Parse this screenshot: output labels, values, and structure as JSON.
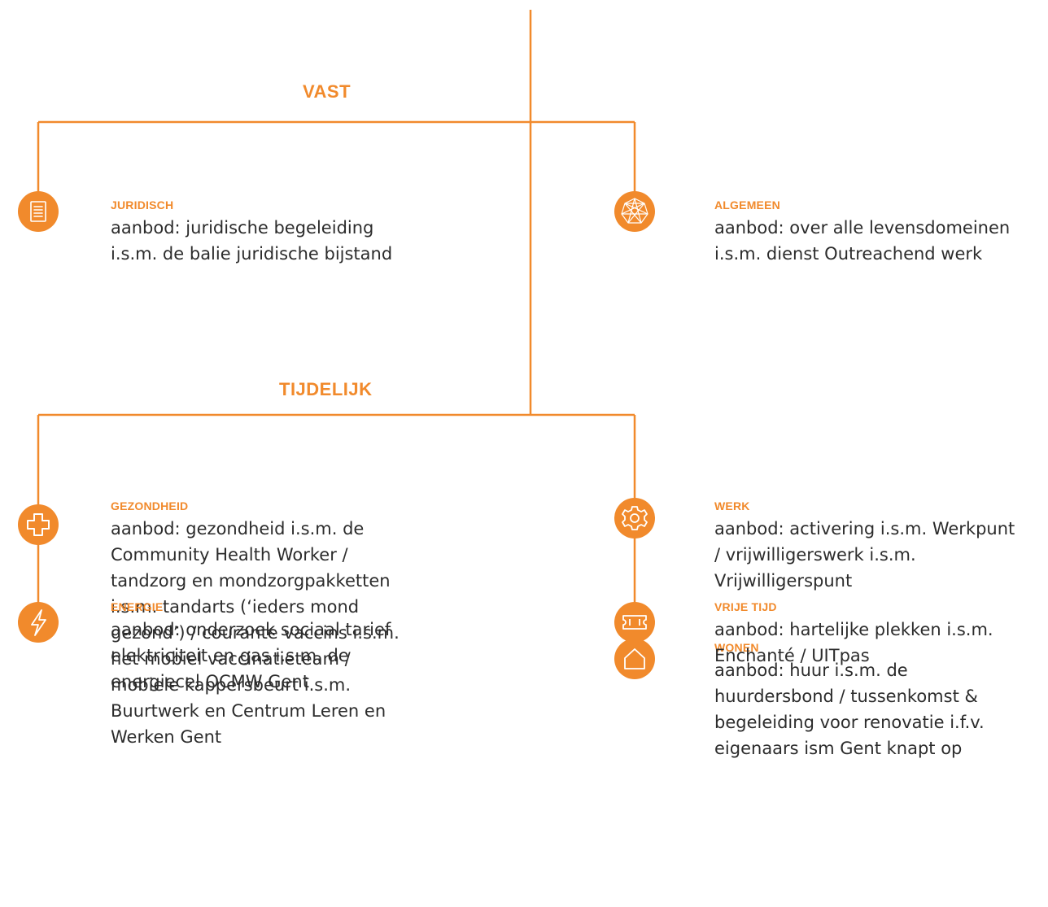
{
  "colors": {
    "accent": "#F18A2C",
    "text": "#2c2c2c"
  },
  "sections": {
    "vast": "VAST",
    "tijdelijk": "TIJDELIJK"
  },
  "items": {
    "juridisch": {
      "label": "JURIDISCH",
      "text": "aanbod: juridische begeleiding\ni.s.m. de balie juridische bijstand",
      "icon": "document-icon"
    },
    "algemeen": {
      "label": "ALGEMEEN",
      "text": "aanbod: over alle levensdomeinen\ni.s.m. dienst Outreachend werk",
      "icon": "network-icon"
    },
    "gezondheid": {
      "label": "GEZONDHEID",
      "text": "aanbod: gezondheid i.s.m. de\nCommunity Health Worker /\ntandzorg en mondzorgpakketten\ni.s.m. tandarts (‘ieders mond\ngezond’) / courante vaccins i.s.m.\nhet mobiel vaccinatieteam /\nmobiele kappersbeurt i.s.m.\nBuurtwerk en Centrum Leren en\nWerken Gent",
      "icon": "medical-cross-icon"
    },
    "energie": {
      "label": "ENERGIE",
      "text": "aanbod: onderzoek sociaal tarief\nelektriciteit en gas i.s.m. de\nenergiecel OCMW Gent",
      "icon": "lightning-icon"
    },
    "werk": {
      "label": "WERK",
      "text": "aanbod: activering i.s.m. Werkpunt\n/ vrijwilligerswerk i.s.m.\nVrijwilligerspunt",
      "icon": "gear-icon"
    },
    "wonen": {
      "label": "WONEN",
      "text": "aanbod: huur i.s.m. de\nhuurdersbond / tussenkomst &\nbegeleiding voor renovatie i.f.v.\neigenaars ism Gent knapt op",
      "icon": "house-icon"
    },
    "vrije_tijd": {
      "label": "VRIJE TIJD",
      "text": "aanbod: hartelijke plekken i.s.m.\nEnchanté / UITpas",
      "icon": "ticket-icon"
    }
  }
}
